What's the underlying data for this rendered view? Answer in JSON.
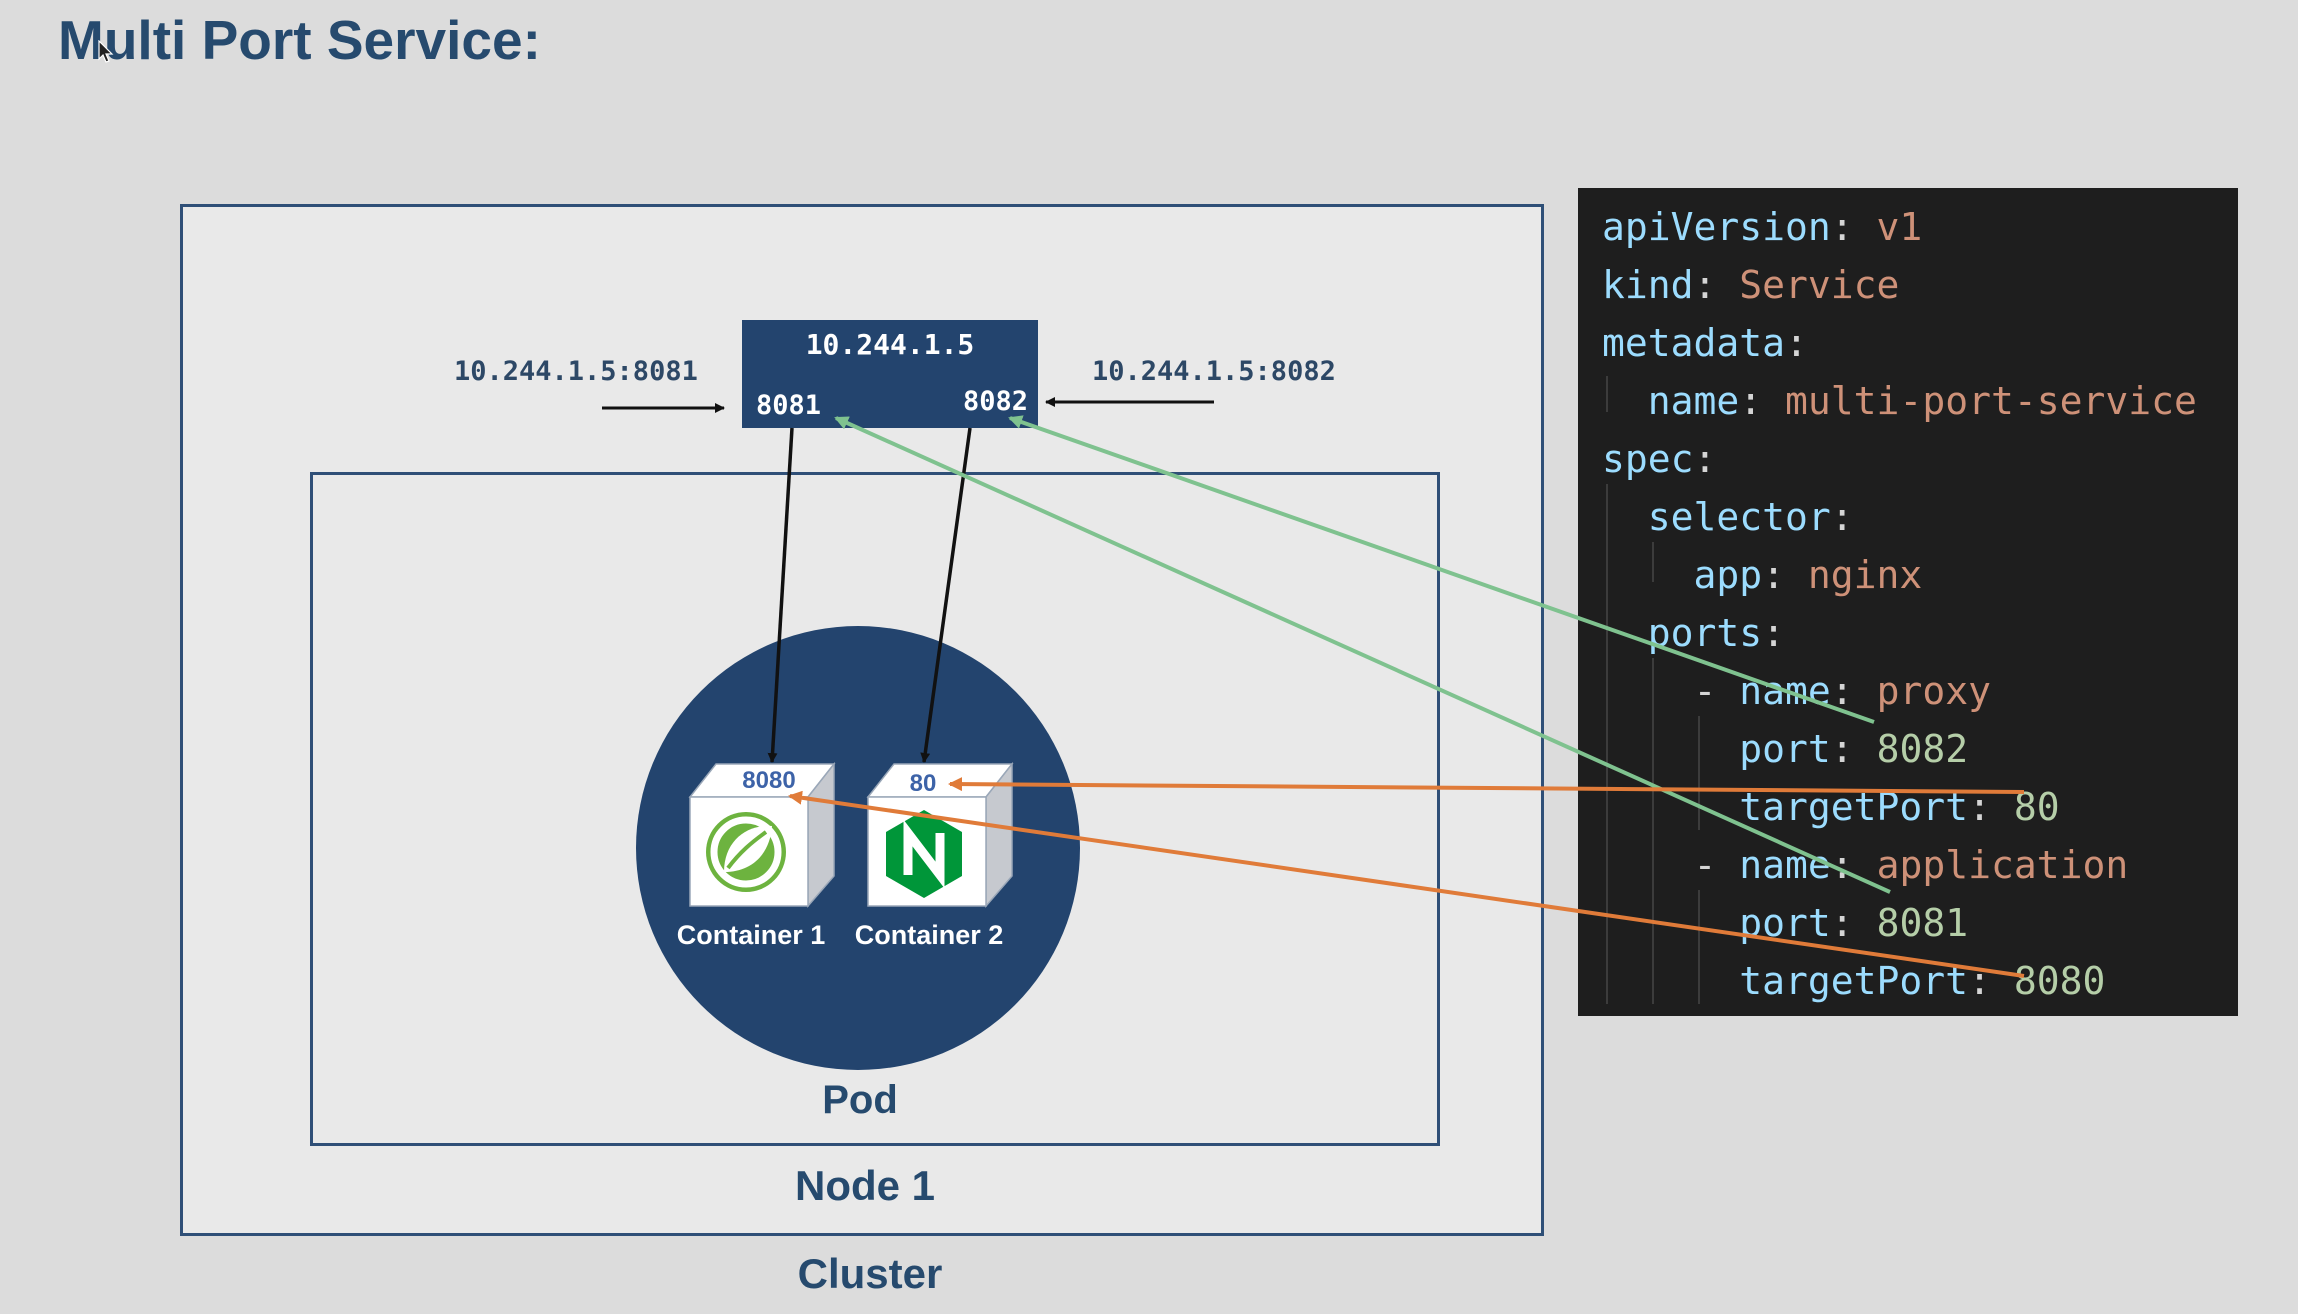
{
  "title": "Multi Port Service:",
  "labels": {
    "cluster": "Cluster",
    "node": "Node 1",
    "pod": "Pod"
  },
  "service": {
    "ip": "10.244.1.5",
    "port_left": "8081",
    "port_right": "8082",
    "external_left": "10.244.1.5:8081",
    "external_right": "10.244.1.5:8082"
  },
  "containers": [
    {
      "name": "Container 1",
      "port": "8080",
      "icon": "spring-leaf-icon",
      "color": "#6db33f"
    },
    {
      "name": "Container 2",
      "port": "80",
      "icon": "nginx-icon",
      "color": "#009639"
    }
  ],
  "yaml": {
    "apiVersion_key": "apiVersion",
    "apiVersion_val": "v1",
    "kind_key": "kind",
    "kind_val": "Service",
    "metadata_key": "metadata",
    "name_key": "name",
    "name_val": "multi-port-service",
    "spec_key": "spec",
    "selector_key": "selector",
    "app_key": "app",
    "app_val": "nginx",
    "ports_key": "ports",
    "ports": [
      {
        "name_key": "name",
        "name_val": "proxy",
        "port_key": "port",
        "port_val": "8082",
        "target_key": "targetPort",
        "target_val": "80"
      },
      {
        "name_key": "name",
        "name_val": "application",
        "port_key": "port",
        "port_val": "8081",
        "target_key": "targetPort",
        "target_val": "8080"
      }
    ]
  },
  "colors": {
    "navy": "#23446e",
    "green_arrow": "#7fc28f",
    "orange_arrow": "#e07b39",
    "code_bg": "#1e1e1e"
  }
}
